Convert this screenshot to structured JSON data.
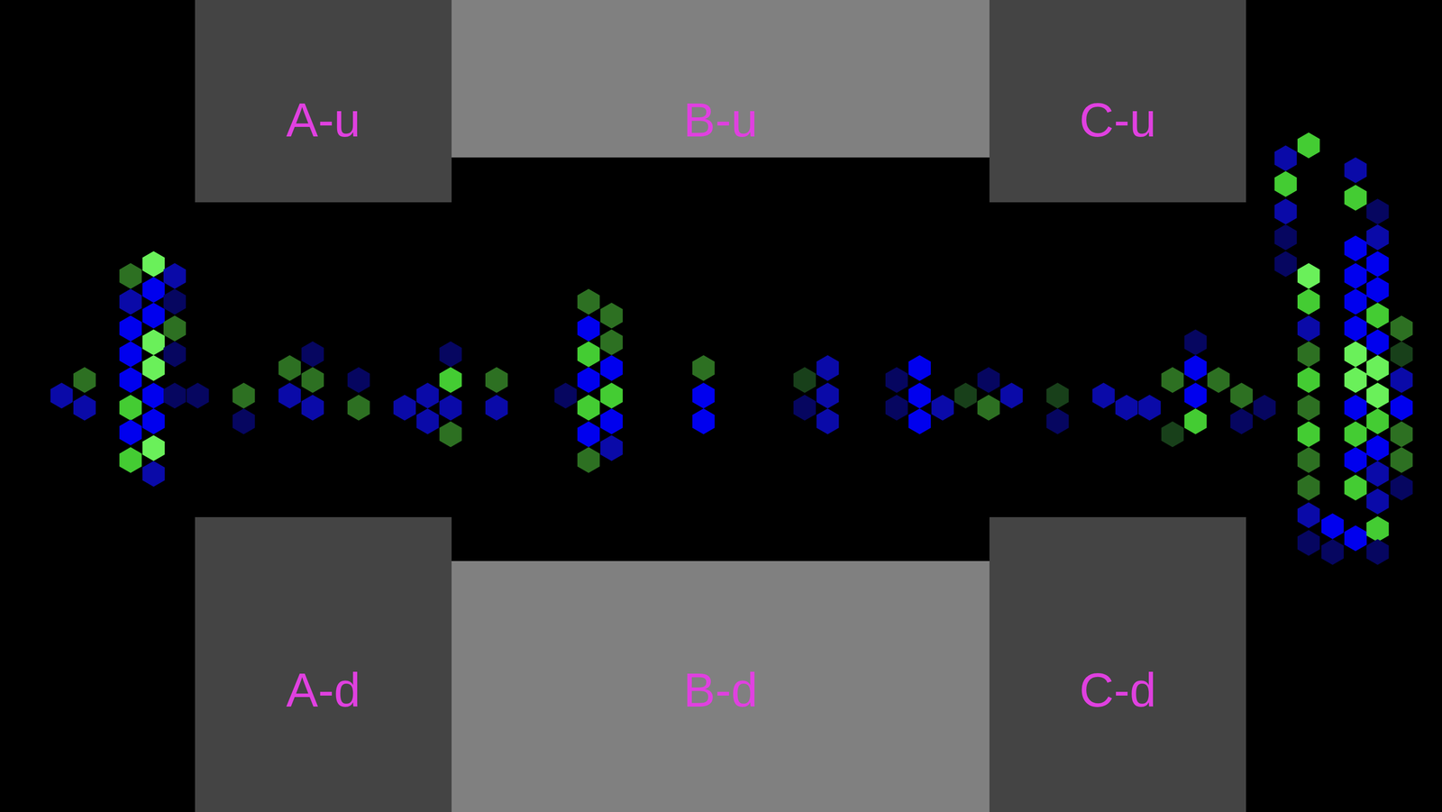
{
  "diagram": {
    "nodes": [
      {
        "text": [
          "A-u"
        ]
      },
      {
        "text": [
          "B-u"
        ]
      },
      {
        "text": [
          "C-u"
        ]
      },
      {
        "text": [
          "A-d"
        ]
      },
      {
        "text": [
          "B-d"
        ]
      },
      {
        "text": [
          "C-d"
        ]
      }
    ]
  }
}
